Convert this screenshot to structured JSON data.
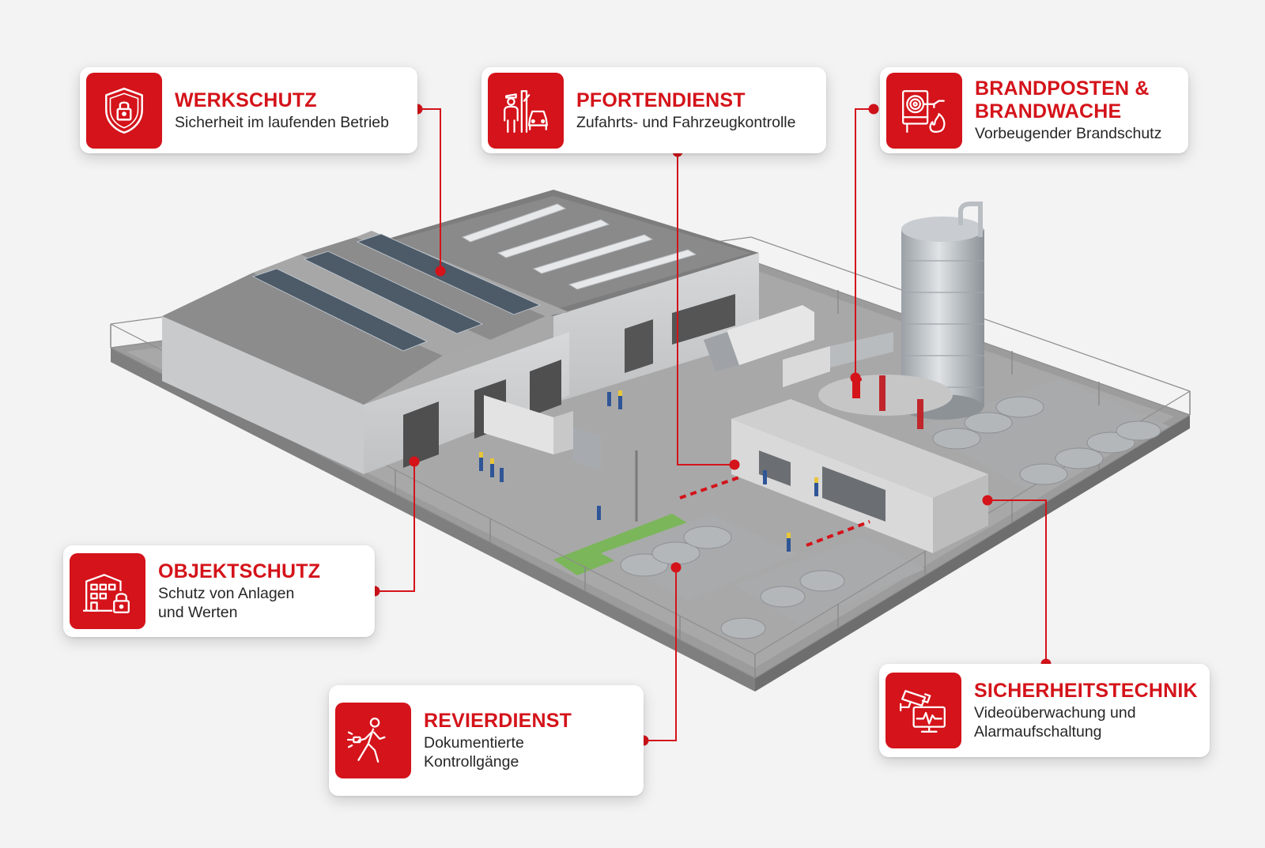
{
  "accent_color": "#d4131a",
  "cards": [
    {
      "id": "werkschutz",
      "icon": "shield-lock-icon",
      "title": "WERKSCHUTZ",
      "subtitle": "Sicherheit im laufenden Betrieb"
    },
    {
      "id": "pfortendienst",
      "icon": "gate-guard-vehicle-icon",
      "title": "PFORTENDIENST",
      "subtitle": "Zufahrts- und Fahrzeugkontrolle"
    },
    {
      "id": "brandposten",
      "icon": "fire-hose-reel-icon",
      "title": "BRANDPOSTEN &\nBRANDWACHE",
      "subtitle": "Vorbeugender Brandschutz"
    },
    {
      "id": "objektschutz",
      "icon": "building-lock-icon",
      "title": "OBJEKTSCHUTZ",
      "subtitle": "Schutz von Anlagen\nund Werten"
    },
    {
      "id": "revierdienst",
      "icon": "patrol-flashlight-icon",
      "title": "REVIERDIENST",
      "subtitle": "Dokumentierte\nKontrollgänge"
    },
    {
      "id": "sicherheitstechnik",
      "icon": "camera-monitor-icon",
      "title": "SICHERHEITSTECHNIK",
      "subtitle": "Videoüberwachung und\nAlarmaufschaltung"
    }
  ]
}
